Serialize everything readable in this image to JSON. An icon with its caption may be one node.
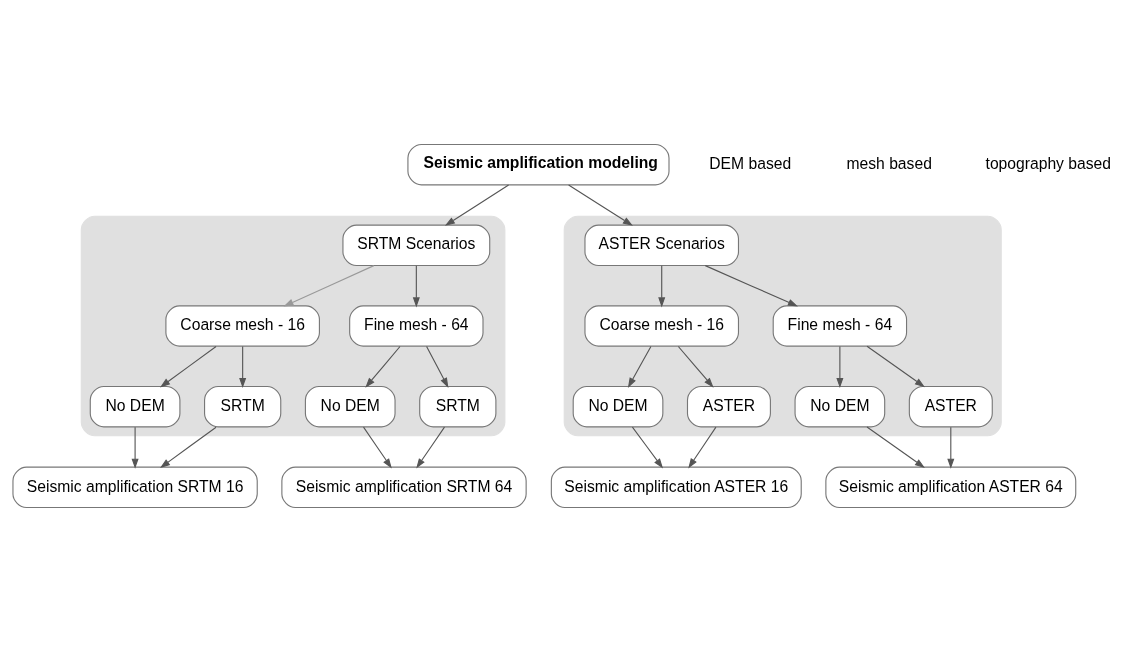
{
  "diagram": {
    "nodes": [
      {
        "text": [
          "Seismic amplification modeling"
        ]
      },
      {
        "text": [],
        "shape": "box"
      },
      {
        "text": [
          "SRTM Scenarios"
        ],
        "in": 1
      },
      {
        "text": [
          "Coarse mesh - 16"
        ],
        "in": 1
      },
      {
        "text": [
          "Fine mesh - 64"
        ],
        "in": 1
      },
      {
        "text": [
          "No DEM"
        ],
        "in": 1
      },
      {
        "text": [
          "SRTM"
        ],
        "in": 1
      },
      {
        "text": [
          "No DEM"
        ],
        "in": 1
      },
      {
        "text": [
          "SRTM"
        ],
        "in": 1
      },
      {
        "text": [],
        "shape": "box"
      },
      {
        "text": [
          "ASTER Scenarios"
        ],
        "in": 9
      },
      {
        "text": [
          "Coarse mesh - 16"
        ],
        "in": 9
      },
      {
        "text": [
          "Fine mesh - 64"
        ],
        "in": 9
      },
      {
        "text": [
          "No DEM"
        ],
        "in": 9
      },
      {
        "text": [
          "ASTER"
        ],
        "in": 9
      },
      {
        "text": [
          "No DEM"
        ],
        "in": 9
      },
      {
        "text": [
          "ASTER"
        ],
        "in": 9
      },
      {
        "text": [
          "Seismic amplification SRTM 16"
        ]
      },
      {
        "text": [
          "Seismic amplification SRTM 64"
        ]
      },
      {
        "text": [
          "Seismic amplification ASTER 16"
        ]
      },
      {
        "text": [
          "Seismic amplification ASTER 64"
        ]
      }
    ],
    "edges": [
      {
        "from": 0,
        "to": 2,
        "arrow": "to"
      },
      {
        "from": 0,
        "to": 10,
        "arrow": "to"
      },
      {
        "from": 2,
        "to": 3,
        "arrow": "to",
        "color": "#999999"
      },
      {
        "from": 2,
        "to": 4,
        "arrow": "to"
      },
      {
        "from": 3,
        "to": 5,
        "arrow": "to"
      },
      {
        "from": 3,
        "to": 6,
        "arrow": "to"
      },
      {
        "from": 4,
        "to": 7,
        "arrow": "to"
      },
      {
        "from": 4,
        "to": 8,
        "arrow": "to"
      },
      {
        "from": 10,
        "to": 11,
        "arrow": "to"
      },
      {
        "from": 10,
        "to": 12,
        "arrow": "to"
      },
      {
        "from": 11,
        "to": 13,
        "arrow": "to"
      },
      {
        "from": 11,
        "to": 14,
        "arrow": "to"
      },
      {
        "from": 12,
        "to": 15,
        "arrow": "to"
      },
      {
        "from": 12,
        "to": 16,
        "arrow": "to"
      },
      {
        "from": 5,
        "to": 17,
        "arrow": "to"
      },
      {
        "from": 6,
        "to": 17,
        "arrow": "to"
      },
      {
        "from": 7,
        "to": 18,
        "arrow": "to"
      },
      {
        "from": 8,
        "to": 18,
        "arrow": "to"
      },
      {
        "from": 13,
        "to": 19,
        "arrow": "to"
      },
      {
        "from": 14,
        "to": 19,
        "arrow": "to"
      },
      {
        "from": 15,
        "to": 20,
        "arrow": "to"
      },
      {
        "from": 16,
        "to": 20,
        "arrow": "to"
      }
    ],
    "labels": [
      "DEM based",
      "mesh based",
      "topography based"
    ]
  }
}
